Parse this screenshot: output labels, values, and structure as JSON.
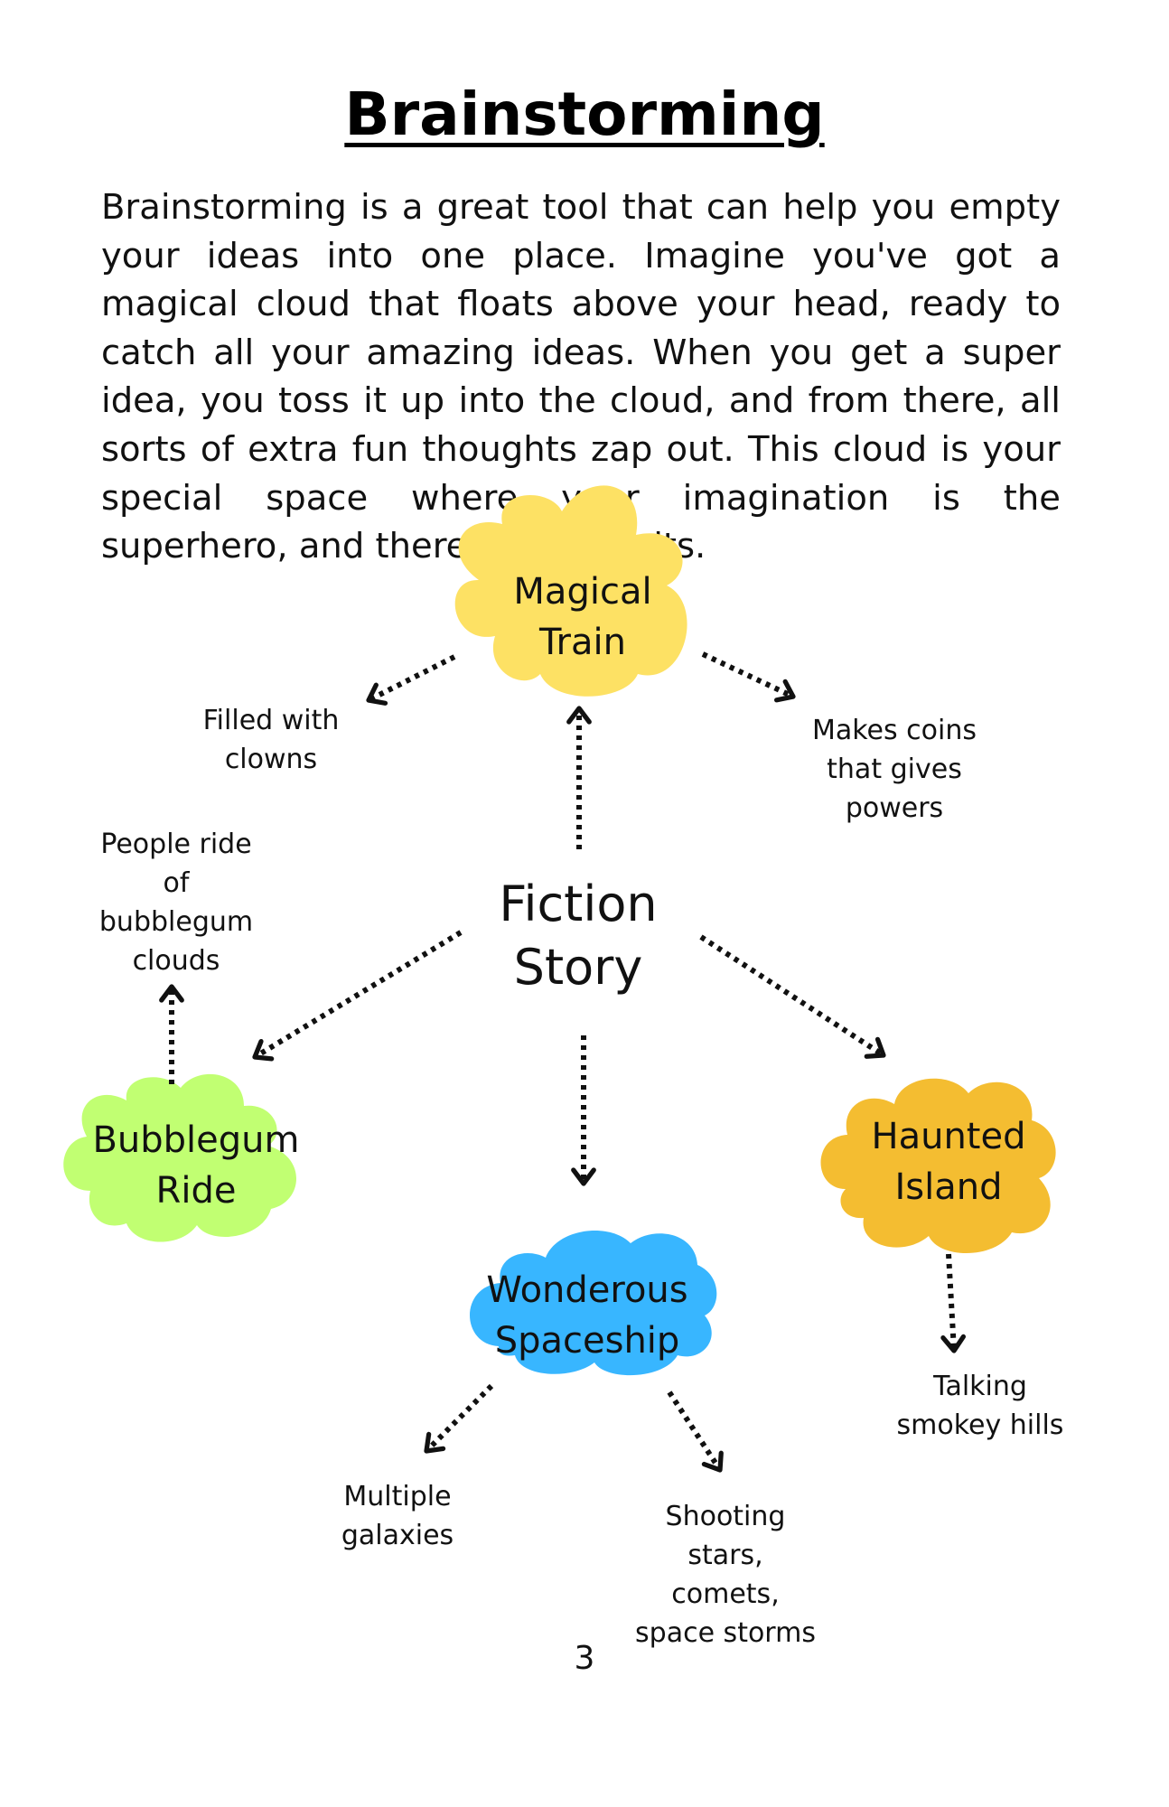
{
  "title": "Brainstorming",
  "intro": "Brainstorming is a great tool that can help you empty your ideas into one place.  Imagine you've got a magical cloud that floats above your head, ready to catch all your amazing ideas. When you get a super idea, you toss it up into the cloud, and from there, all sorts of extra fun thoughts zap out. This cloud is your special space where your imagination is the superhero, and there are no limits.",
  "center": {
    "line1": "Fiction",
    "line2": "Story"
  },
  "clouds": {
    "magical_train": {
      "line1": "Magical",
      "line2": "Train",
      "color": "#FDE164"
    },
    "bubblegum_ride": {
      "line1": "Bubblegum",
      "line2": "Ride",
      "color": "#C1FF72"
    },
    "haunted_island": {
      "line1": "Haunted",
      "line2": "Island",
      "color": "#F4BD31"
    },
    "wonderous_spaceship": {
      "line1": "Wonderous",
      "line2": "Spaceship",
      "color": "#38B6FF"
    }
  },
  "notes": {
    "clowns": {
      "line1": "Filled with",
      "line2": "clowns"
    },
    "coins": {
      "line1": "Makes coins",
      "line2": "that gives",
      "line3": "powers"
    },
    "bubblegum_clouds": {
      "line1": "People ride",
      "line2": "of",
      "line3": "bubblegum",
      "line4": "clouds"
    },
    "smokey_hills": {
      "line1": "Talking",
      "line2": "smokey hills"
    },
    "galaxies": {
      "line1": "Multiple",
      "line2": "galaxies"
    },
    "shooting_stars": {
      "line1": "Shooting",
      "line2": "stars,",
      "line3": "comets,",
      "line4": "space storms"
    }
  },
  "page_number": "3"
}
